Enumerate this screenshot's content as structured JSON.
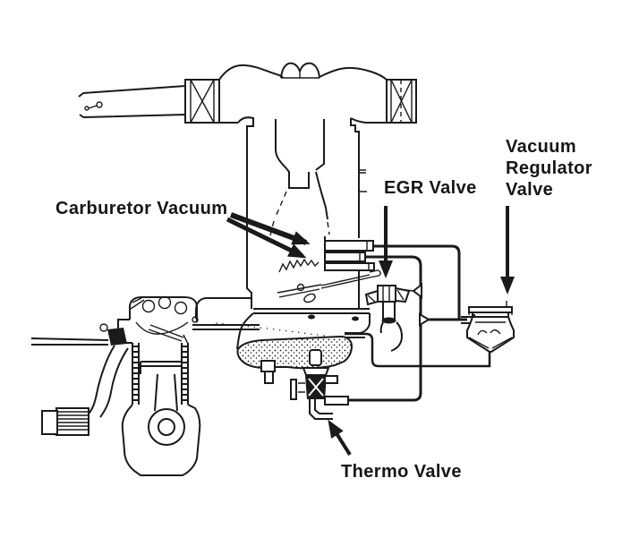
{
  "figure": {
    "kind": "engine-vacuum-system-line-diagram",
    "colors": {
      "ink": "#1a1a1a",
      "background": "#ffffff"
    },
    "labels": {
      "carburetor_vacuum": "Carburetor Vacuum",
      "egr_valve": "EGR Valve",
      "vacuum_regulator_valve": [
        "Vacuum",
        "Regulator",
        "Valve"
      ],
      "thermo_valve": "Thermo Valve"
    }
  }
}
